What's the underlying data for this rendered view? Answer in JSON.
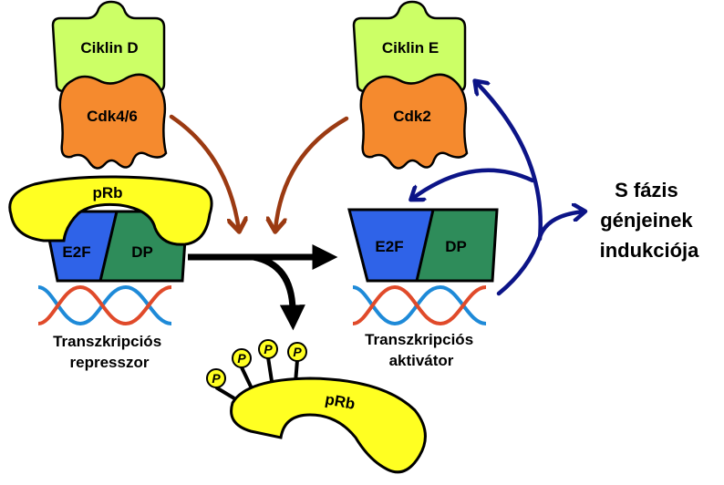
{
  "cyclin_d": {
    "cyclin": "Ciklin D",
    "cdk": "Cdk4/6"
  },
  "cyclin_e": {
    "cyclin": "Ciklin E",
    "cdk": "Cdk2"
  },
  "repressor_complex": {
    "prb": "pRb",
    "e2f": "E2F",
    "dp": "DP",
    "caption": [
      "Transzkripciós",
      "represszor"
    ]
  },
  "activator_complex": {
    "e2f": "E2F",
    "dp": "DP",
    "caption": [
      "Transzkripciós",
      "aktivátor"
    ]
  },
  "phospho_prb": {
    "label": "pRb",
    "phosphate": "P"
  },
  "s_phase": [
    "S fázis",
    "génjeinek",
    "indukciója"
  ],
  "colors": {
    "cyclin": "#ccff66",
    "cdk": "#f58a2e",
    "prb": "#ffff22",
    "e2f": "#2f63e8",
    "dp": "#2e8c5a",
    "brown_arrow": "#9b3a12",
    "blue_arrow": "#0c1487",
    "black_arrow": "#000000"
  }
}
